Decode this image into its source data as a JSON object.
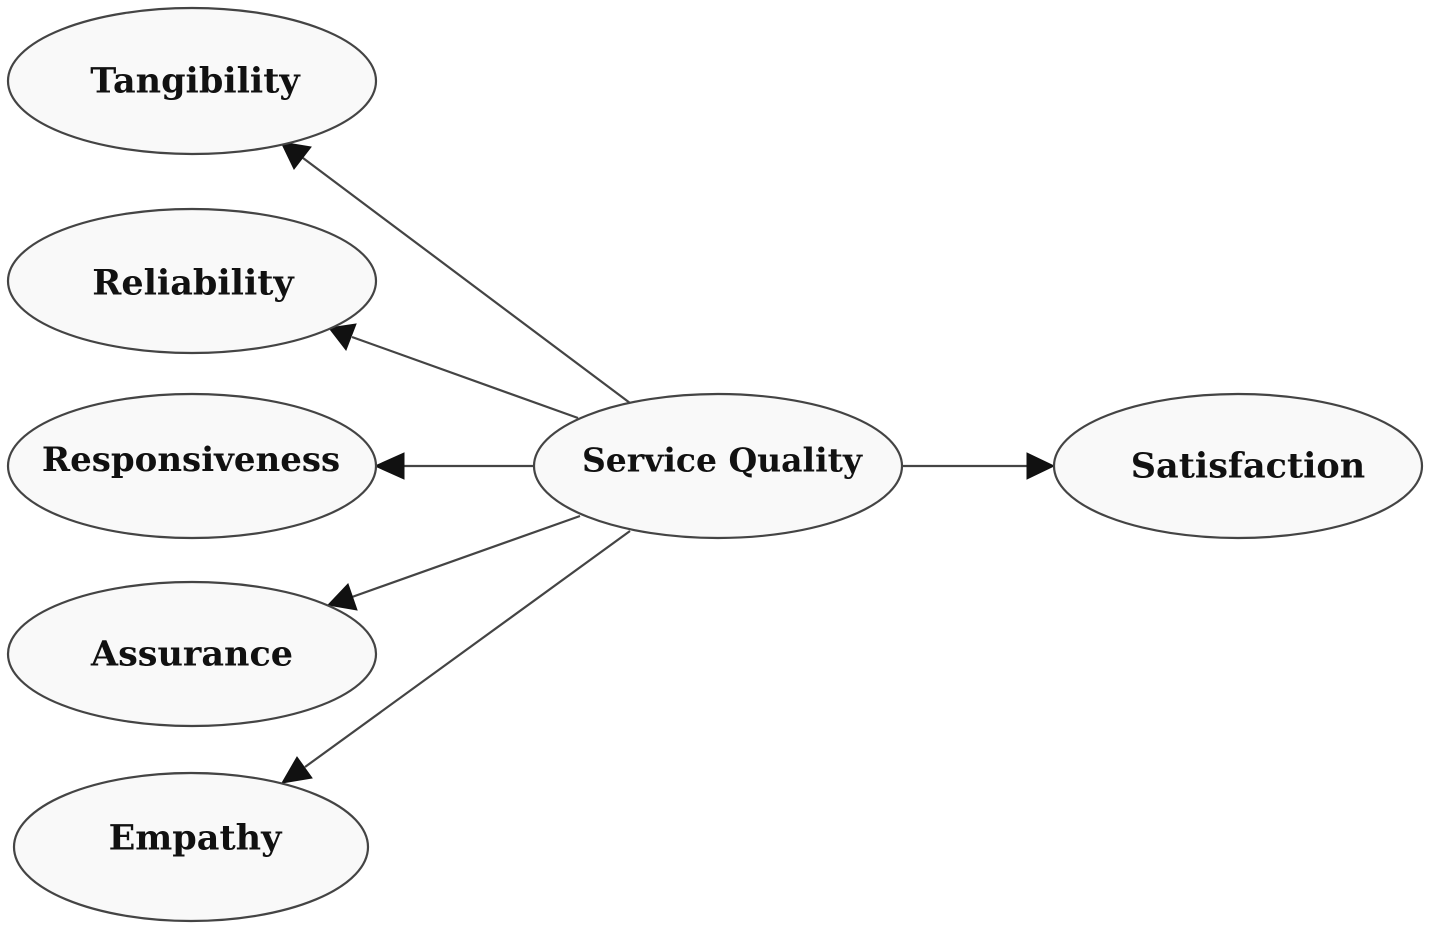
{
  "diagram": {
    "nodes": {
      "tangibility": {
        "label": "Tangibility"
      },
      "reliability": {
        "label": "Reliability"
      },
      "responsiveness": {
        "label": "Responsiveness"
      },
      "assurance": {
        "label": "Assurance"
      },
      "empathy": {
        "label": "Empathy"
      },
      "service_quality": {
        "label": "Service Quality"
      },
      "satisfaction": {
        "label": "Satisfaction"
      }
    },
    "edges": [
      {
        "from": "service_quality",
        "to": "tangibility"
      },
      {
        "from": "service_quality",
        "to": "reliability"
      },
      {
        "from": "service_quality",
        "to": "responsiveness"
      },
      {
        "from": "service_quality",
        "to": "assurance"
      },
      {
        "from": "service_quality",
        "to": "empathy"
      },
      {
        "from": "service_quality",
        "to": "satisfaction"
      }
    ],
    "colors": {
      "node_fill": "#f9f9f9",
      "node_stroke": "#444444",
      "text": "#111111",
      "arrow": "#111111"
    }
  }
}
